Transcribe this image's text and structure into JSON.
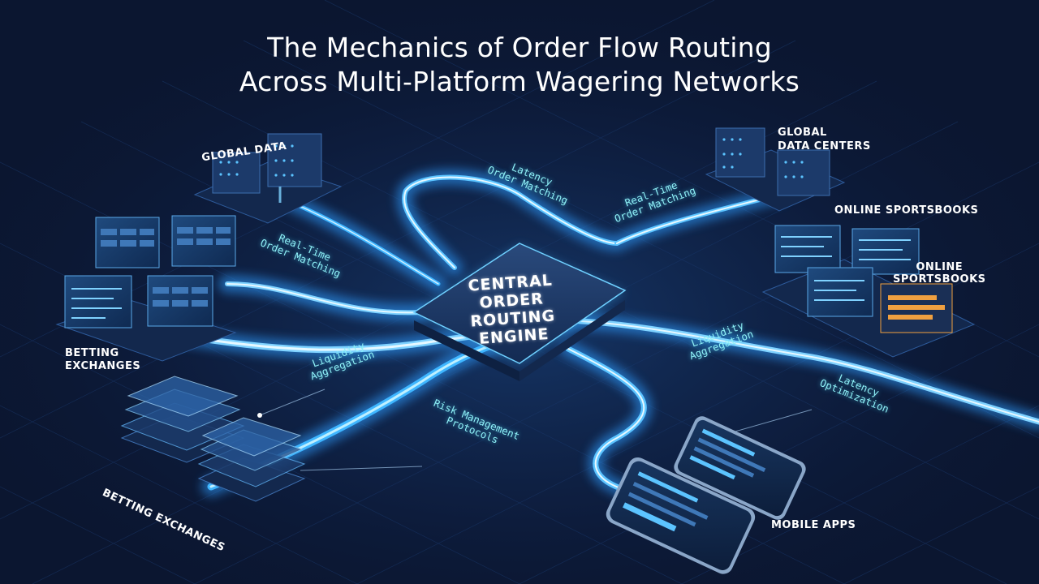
{
  "title": {
    "line1": "The Mechanics of Order Flow Routing",
    "line2": "Across Multi-Platform Wagering Networks"
  },
  "engine": {
    "line1": "CENTRAL",
    "line2": "ORDER",
    "line3": "ROUTING",
    "line4": "ENGINE"
  },
  "nodes": {
    "global_data_left": "GLOBAL DATA",
    "global_data_centers_line1": "GLOBAL",
    "global_data_centers_line2": "DATA CENTERS",
    "online_sportsbooks_1": "ONLINE SPORTSBOOKS",
    "online_sportsbooks_2_line1": "ONLINE",
    "online_sportsbooks_2_line2": "SPORTSBOOKS",
    "betting_exchanges_1_line1": "BETTING",
    "betting_exchanges_1_line2": "EXCHANGES",
    "betting_exchanges_2": "BETTING EXCHANGES",
    "mobile_apps": "MOBILE APPS"
  },
  "flow_labels": {
    "latency_order_matching_line1": "Latency",
    "latency_order_matching_line2": "Order Matching",
    "real_time_right_line1": "Real-Time",
    "real_time_right_line2": "Order Matching",
    "real_time_left_line1": "Real-Time",
    "real_time_left_line2": "Order Matching",
    "liquidity_left_line1": "Liquidity",
    "liquidity_left_line2": "Aggregation",
    "liquidity_right_line1": "Liquidity",
    "liquidity_right_line2": "Aggregation",
    "latency_optimization_line1": "Latency",
    "latency_optimization_line2": "Optimization",
    "risk_management_line1": "Risk Management",
    "risk_management_line2": "Protocols"
  },
  "colors": {
    "background": "#0b1630",
    "grid": "#1a3a6e",
    "flow_glow": "#3fb6ff",
    "flow_core": "#e6f8ff",
    "label_text": "#8ff0f6",
    "accent_orange": "#f0a040"
  }
}
